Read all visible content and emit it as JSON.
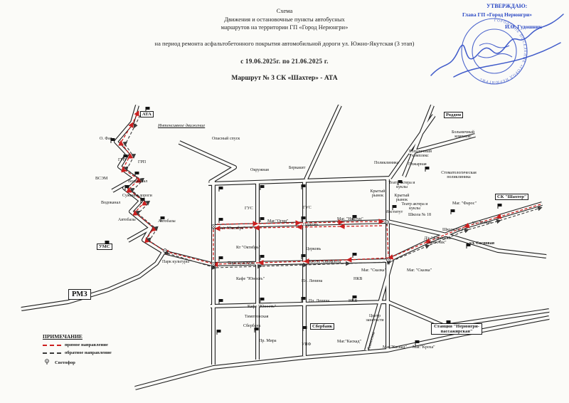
{
  "header": {
    "line1": "Схема",
    "line2": "Движения и остановочные пункты автобусных",
    "line3": "маршрутов на территории ГП «Город Нерюнгри»",
    "line4": "на период ремонта асфальтобетонного покрытия автомобильной дороги ул. Южно-Якутская (3 этап)",
    "line5": "с 19.06.2025г.  по 21.06.2025 г.",
    "line6": "Маршрут № 3 СК «Шахтер» - АТА"
  },
  "approval": {
    "line1": "УТВЕРЖДАЮ:",
    "line2": "Глава ГП «Город Нерюнгри»",
    "line3": "И.О. Гудошник",
    "seal_text": "ГОРОДСКОЕ ПОСЕЛЕНИЕ «ГОРОД НЕРЮНГРИ»"
  },
  "legend": {
    "title": "ПРИМЕЧАНИЕ",
    "forward": "прямое направление",
    "backward": "обратное направление",
    "traffic_light": "Светофор"
  },
  "colors": {
    "forward_route": "#cc1f1f",
    "backward_route": "#3a3a3a",
    "stamp_ink": "#2b49c4"
  },
  "map": {
    "labels": [
      "АТА",
      "Интенсивное движение",
      "О. Фая",
      "ГРП",
      "ГРП",
      "ВСЭМ",
      "Водоканал",
      "Сужение дороги",
      "Водоканал",
      "Автобазы",
      "Автобазы",
      "УМС",
      "РМЗ",
      "Парк культуры",
      "Опасный спуск",
      "Окружная",
      "Беркакит",
      "ГУС",
      "ГУС",
      "к/т \"Октябрь\"",
      "Маг.\"Огни\"",
      "Церковь",
      "Маг. \"Нептун\"",
      "Крытый рынок",
      "Крытый рынок",
      "Кт \"Октябрь\"",
      "Парк культуры",
      "Церковь",
      "Кассы Аэрофлота",
      "Кафе \"Юность\"",
      "Пл. Ленина",
      "НКВ",
      "Маг. \"Сказка\"",
      "Маг. \"Сказка\"",
      "Кафе \"Юность\"",
      "Пл. Ленина",
      "НКВ",
      "Тимптонская",
      "Сбербанк",
      "Сбербанк",
      "Пр. Мира",
      "УПФ",
      "Маг.\"Каскад\"",
      "Центр занятости",
      "Аммосова",
      "Маг.\"Кроха\"",
      "Роддом",
      "Больничный комплекс",
      "Больничный комплекс",
      "Поликлиника",
      "Пожарная",
      "Стоматологическая поликлиника",
      "Театр актера и куклы",
      "Театр актера и куклы",
      "Школа № 18",
      "Маг. \"Фарос\"",
      "СК \"Шахтер\"",
      "ул. Лесная",
      "ул. Сосновая",
      "Д/с \"Аленький цветочек\"",
      "Школа № 2",
      "Институт",
      "Станция \"Нерюнгри-пассажирская\"",
      "Маг.\"Каскад\""
    ]
  }
}
